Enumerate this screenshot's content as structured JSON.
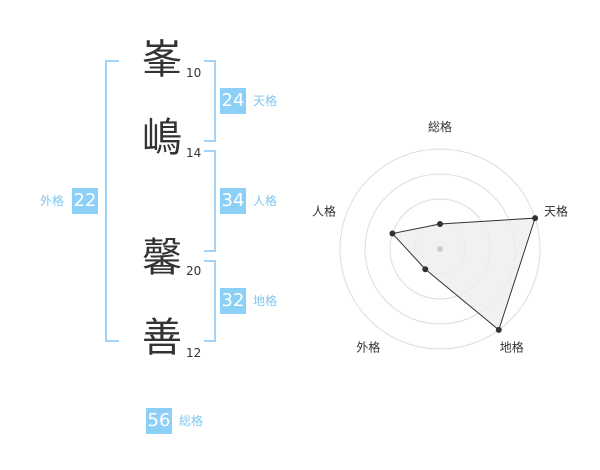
{
  "name_chars": [
    {
      "char": "峯",
      "strokes": "10"
    },
    {
      "char": "嶋",
      "strokes": "14"
    },
    {
      "char": "馨",
      "strokes": "20"
    },
    {
      "char": "善",
      "strokes": "12"
    }
  ],
  "fortune": {
    "tenkaku": {
      "value": "24",
      "label": "天格"
    },
    "jinkaku": {
      "value": "34",
      "label": "人格"
    },
    "chikaku": {
      "value": "32",
      "label": "地格"
    },
    "gaikaku": {
      "value": "22",
      "label": "外格"
    },
    "soukaku": {
      "value": "56",
      "label": "総格"
    }
  },
  "radar": {
    "axes": [
      "総格",
      "天格",
      "地格",
      "外格",
      "人格"
    ],
    "levels": 4,
    "values": [
      1,
      4,
      4,
      1,
      2
    ],
    "max": 4,
    "colors": {
      "grid": "#dddddd",
      "fill": "#eeeeee",
      "line": "#333333",
      "center": "#cccccc"
    }
  }
}
